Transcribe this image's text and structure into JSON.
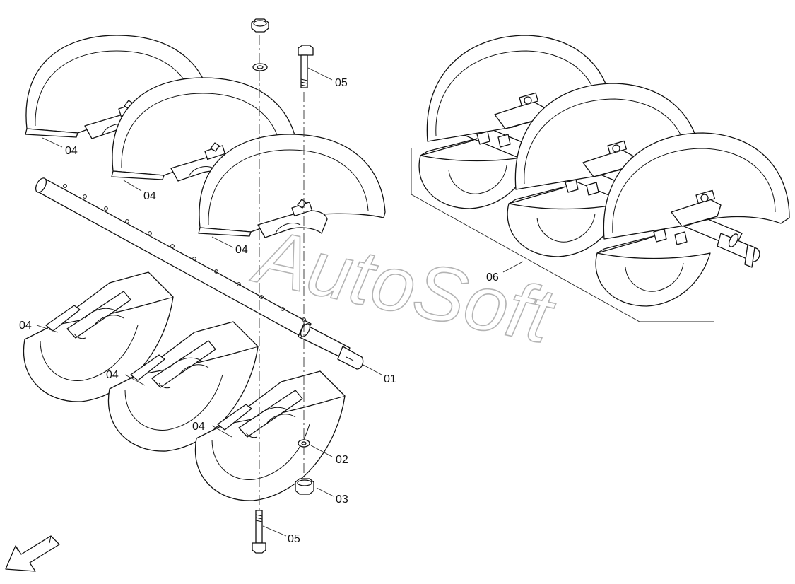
{
  "watermark": "AutoSoft",
  "callouts": {
    "c01": "01",
    "c02": "02",
    "c03": "03",
    "c04a": "04",
    "c04b": "04",
    "c04c": "04",
    "c04d": "04",
    "c04e": "04",
    "c04f": "04",
    "c05a": "05",
    "c05b": "05",
    "c06": "06"
  }
}
